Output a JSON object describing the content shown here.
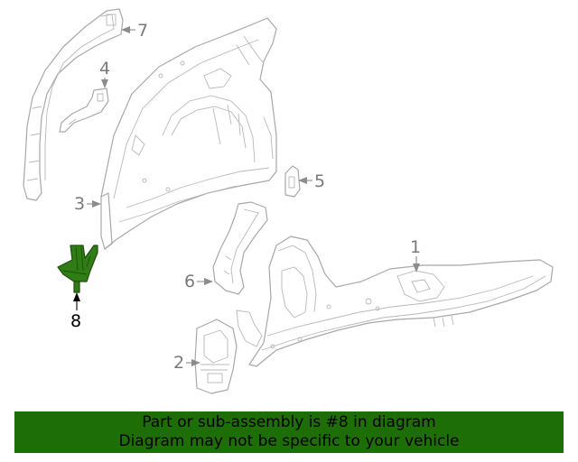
{
  "diagram": {
    "callouts": [
      "1",
      "2",
      "3",
      "4",
      "5",
      "6",
      "7",
      "8"
    ],
    "selected_callout": "8",
    "highlight_color": "#2f7d14"
  },
  "banner": {
    "line1": "Part or sub-assembly is #8 in diagram",
    "line2": "Diagram may not be specific to your vehicle",
    "background": "#1e6e07"
  }
}
